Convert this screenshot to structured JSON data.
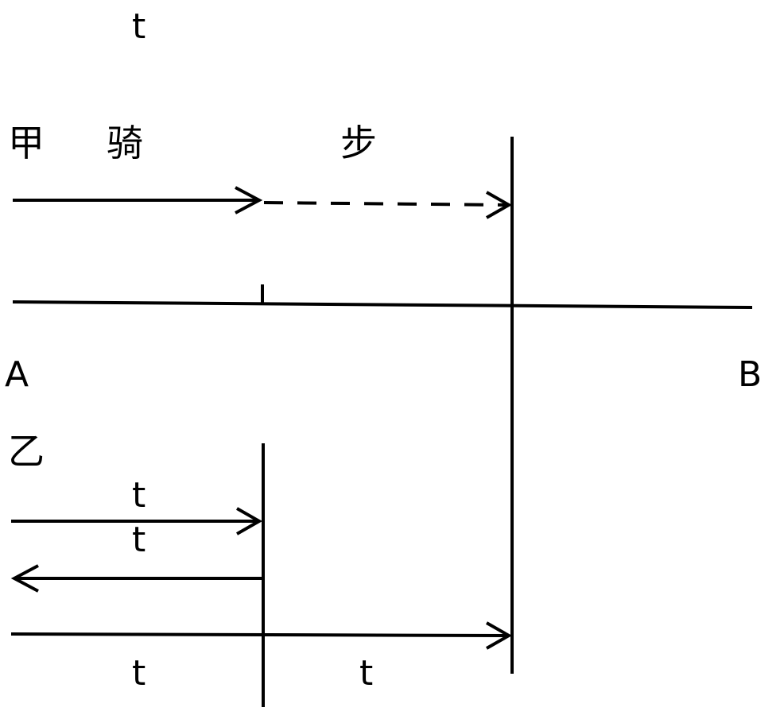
{
  "labels": {
    "t_top": "t",
    "jia": "甲",
    "qi": "骑",
    "bu": "步",
    "point_a": "A",
    "point_b": "B",
    "yi": "乙",
    "t_yi_1": "t",
    "t_yi_2": "t",
    "t_bottom_left": "t",
    "t_bottom_right": "t"
  },
  "colors": {
    "stroke": "#000000",
    "background": "#ffffff"
  }
}
